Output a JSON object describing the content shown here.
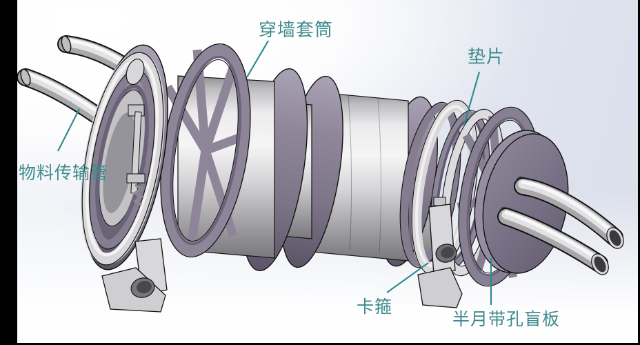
{
  "diagram": {
    "type": "cad-assembly-annotated-view",
    "annotations": {
      "sleeve": {
        "label": "穿墙套筒"
      },
      "gasket": {
        "label": "垫片"
      },
      "material_pipe": {
        "label": "物料传输管"
      },
      "clamp": {
        "label": "卡箍"
      },
      "blind_plate": {
        "label": "半月带孔盲板"
      }
    },
    "colors": {
      "annotation_text": "#3f8b8d",
      "leader_line": "#2e8b8e",
      "flange_purple": "#8d8598",
      "flange_dark": "#5f5870",
      "metal_light": "#f2f2f3",
      "metal_mid": "#c9c9cb",
      "metal_dark": "#828286",
      "blind_plate_fill": "#756d81",
      "edge_line": "#111111",
      "frame": "#000000",
      "background_top_right": "#dde1ec",
      "background_bottom": "#ffffff"
    }
  }
}
